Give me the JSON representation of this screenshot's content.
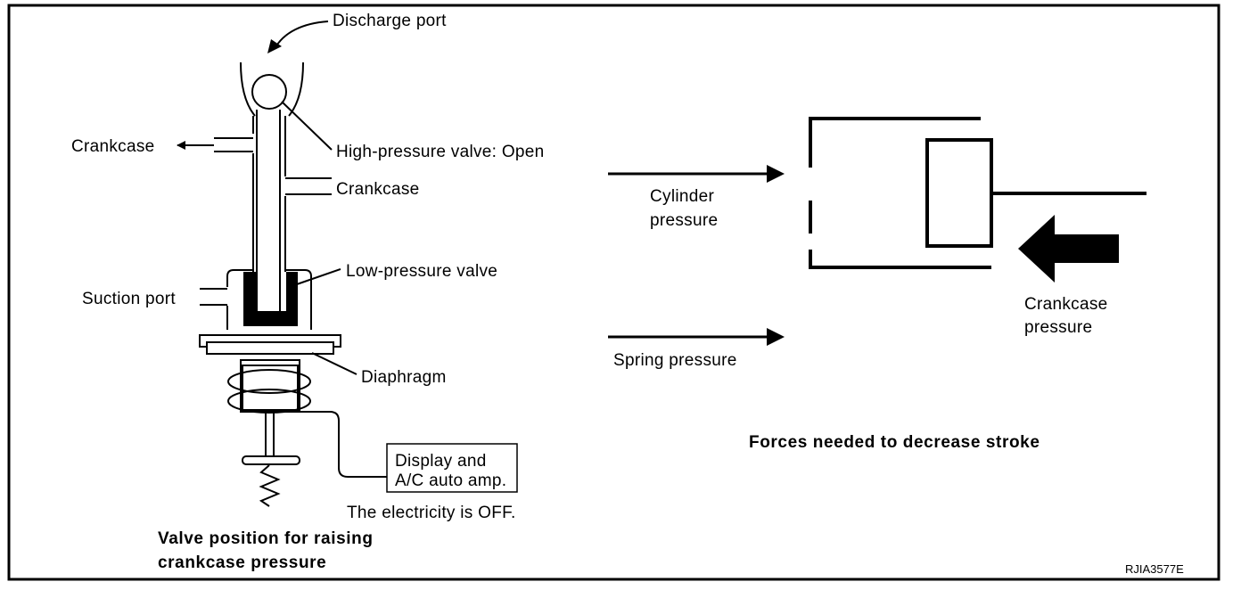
{
  "valve_diagram": {
    "labels": {
      "discharge_port": "Discharge port",
      "crankcase_left": "Crankcase",
      "high_pressure_valve": "High-pressure valve: Open",
      "crankcase_right": "Crankcase",
      "low_pressure_valve": "Low-pressure valve",
      "suction_port": "Suction port",
      "diaphragm": "Diaphragm"
    },
    "amp_box": {
      "line1": "Display and",
      "line2": "A/C auto amp."
    },
    "electricity_note": "The electricity is OFF.",
    "caption": {
      "line1": "Valve position for raising",
      "line2": "crankcase pressure"
    }
  },
  "force_diagram": {
    "cylinder_pressure": {
      "line1": "Cylinder",
      "line2": "pressure"
    },
    "spring_pressure": "Spring pressure",
    "crankcase_pressure": {
      "line1": "Crankcase",
      "line2": "pressure"
    },
    "caption": "Forces needed to decrease stroke"
  },
  "figure_code": "RJIA3577E"
}
